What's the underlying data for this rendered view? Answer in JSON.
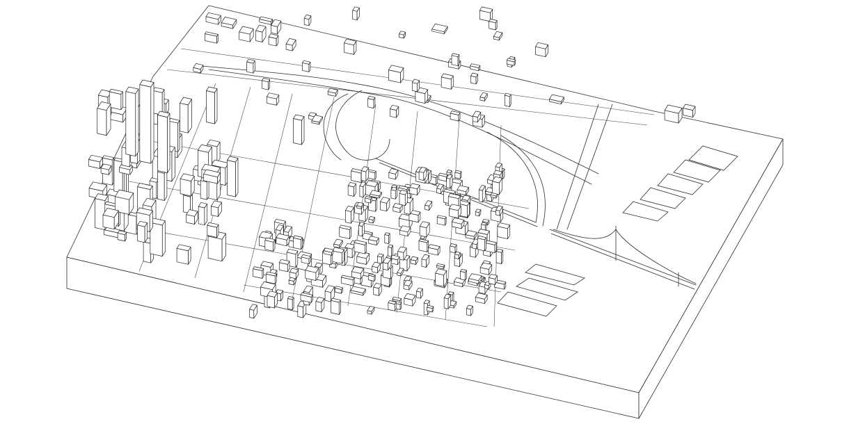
{
  "scene": {
    "kind": "isometric-line-drawing",
    "stroke_color": "#2b2b2b",
    "background": "#ffffff",
    "features": [
      "city-block-base",
      "freeway-interchange",
      "suspension-bridge",
      "piers",
      "downtown-towers"
    ]
  }
}
